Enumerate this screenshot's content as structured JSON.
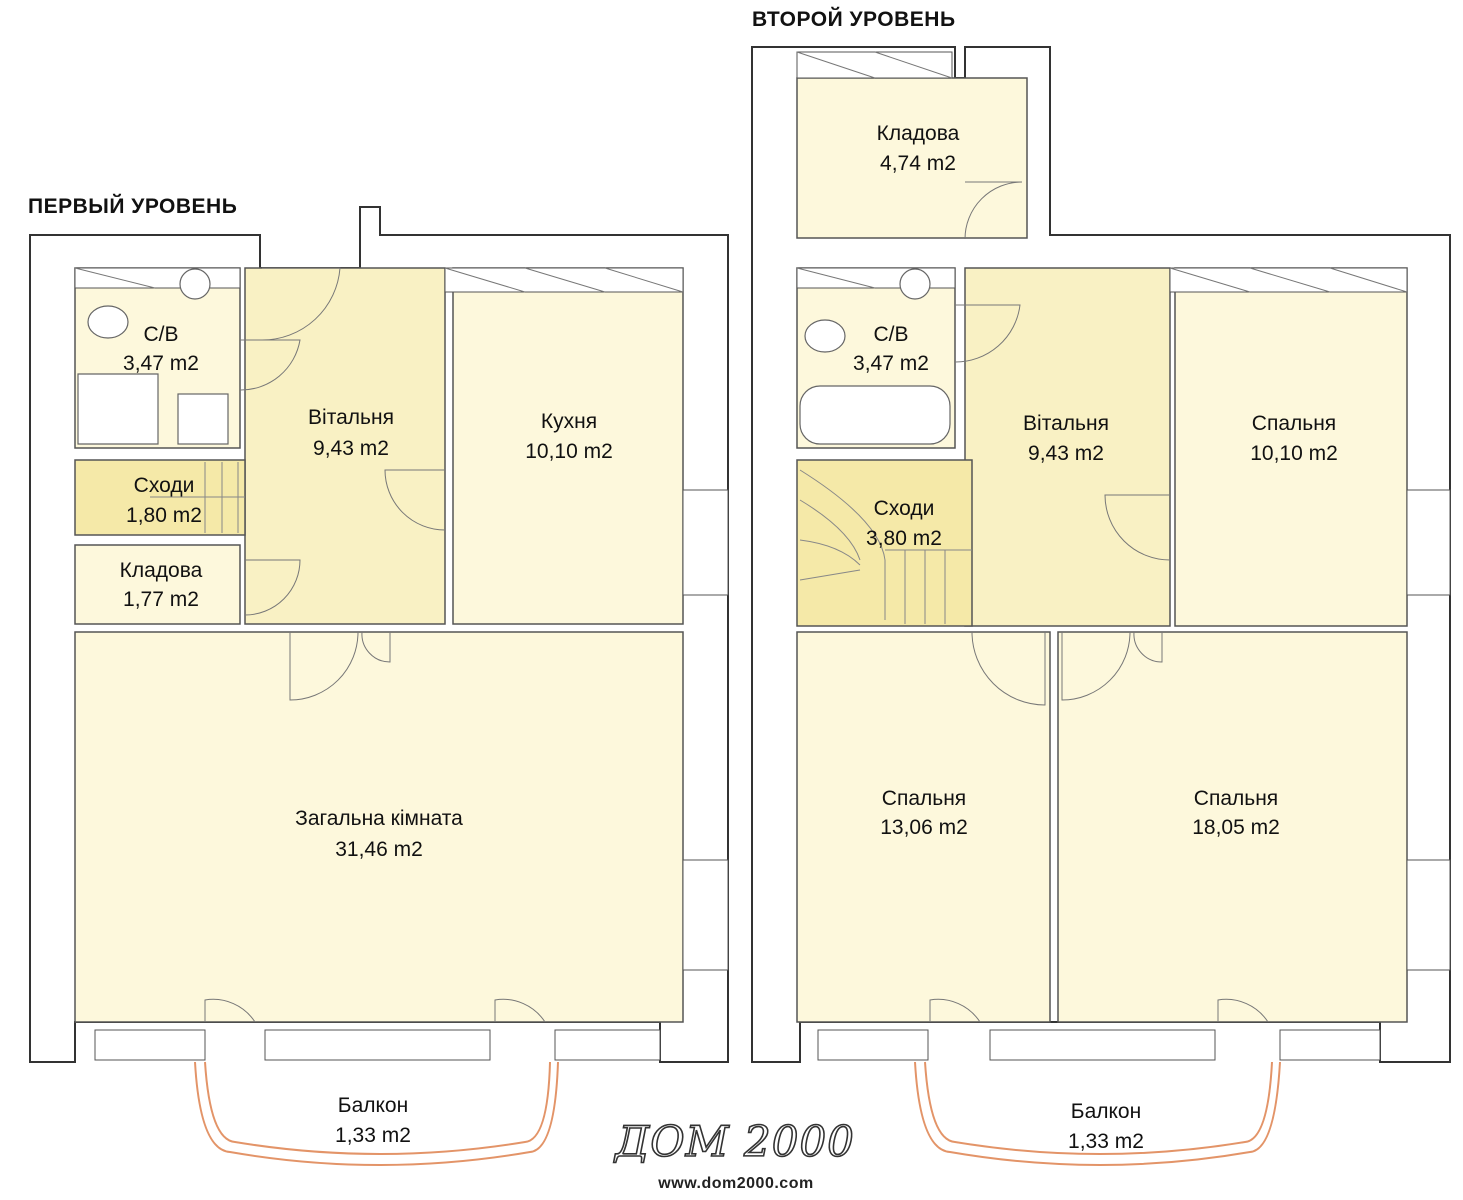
{
  "titles": {
    "level1": "ПЕРВЫЙ УРОВЕНЬ",
    "level2": "ВТОРОЙ УРОВЕНЬ"
  },
  "level1_rooms": [
    {
      "name": "С/В",
      "area": "3,47 m2"
    },
    {
      "name": "Вітальня",
      "area": "9,43 m2"
    },
    {
      "name": "Кухня",
      "area": "10,10 m2"
    },
    {
      "name": "Сходи",
      "area": "1,80 m2"
    },
    {
      "name": "Кладова",
      "area": "1,77 m2"
    },
    {
      "name": "Загальна кімната",
      "area": "31,46 m2"
    },
    {
      "name": "Балкон",
      "area": "1,33 m2"
    }
  ],
  "level2_rooms": [
    {
      "name": "Кладова",
      "area": "4,74 m2"
    },
    {
      "name": "С/В",
      "area": "3,47 m2"
    },
    {
      "name": "Вітальня",
      "area": "9,43 m2"
    },
    {
      "name": "Спальня",
      "area": "10,10 m2"
    },
    {
      "name": "Сходи",
      "area": "3,80 m2"
    },
    {
      "name": "Спальня",
      "area": "13,06 m2"
    },
    {
      "name": "Спальня",
      "area": "18,05 m2"
    },
    {
      "name": "Балкон",
      "area": "1,33 m2"
    }
  ],
  "brand": {
    "logo": "ДОМ 2000",
    "url": "www.dom2000.com"
  },
  "colors": {
    "room_fill": "#fdf8dc",
    "hall_fill": "#f9f1c4",
    "stairs_fill": "#f5e9a8",
    "wall": "#333333",
    "balcony": "#e39468"
  }
}
